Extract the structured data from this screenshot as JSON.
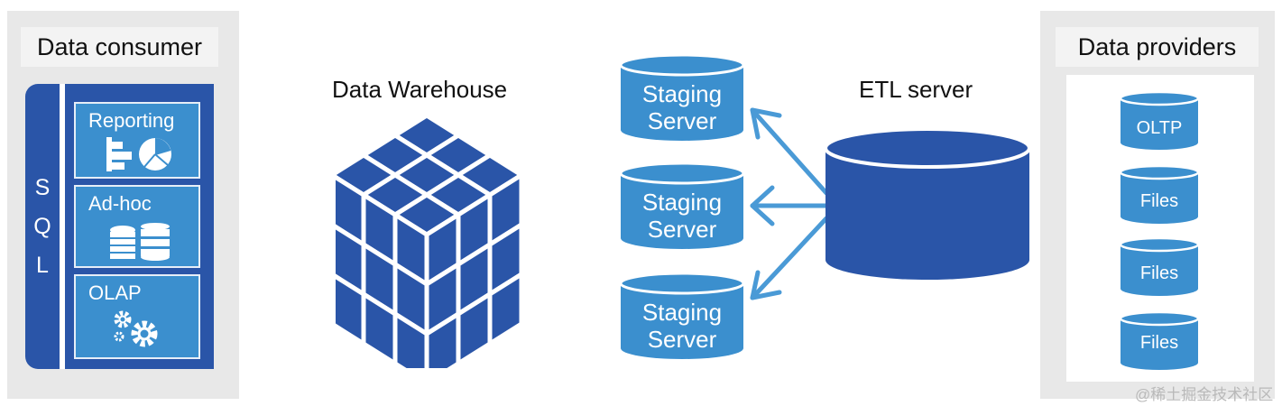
{
  "consumer": {
    "title": "Data consumer",
    "sql_letters": [
      "S",
      "Q",
      "L"
    ],
    "tools": [
      {
        "label": "Reporting",
        "icon": "report-chart-icon"
      },
      {
        "label": "Ad-hoc",
        "icon": "database-coins-icon"
      },
      {
        "label": "OLAP",
        "icon": "gears-icon"
      }
    ]
  },
  "warehouse": {
    "title": "Data Warehouse",
    "icon": "cube-grid-icon"
  },
  "staging": {
    "servers": [
      {
        "label": "Staging\nServer"
      },
      {
        "label": "Staging\nServer"
      },
      {
        "label": "Staging\nServer"
      }
    ]
  },
  "etl": {
    "title": "ETL server"
  },
  "providers": {
    "title": "Data providers",
    "items": [
      {
        "label": "OLTP"
      },
      {
        "label": "Files"
      },
      {
        "label": "Files"
      },
      {
        "label": "Files"
      }
    ]
  },
  "watermark": "@稀土掘金技术社区",
  "colors": {
    "dark_blue": "#2a55a8",
    "light_blue": "#3b8fce",
    "panel_gray": "#e8e8e8",
    "arrow_blue": "#4a9ad6"
  }
}
